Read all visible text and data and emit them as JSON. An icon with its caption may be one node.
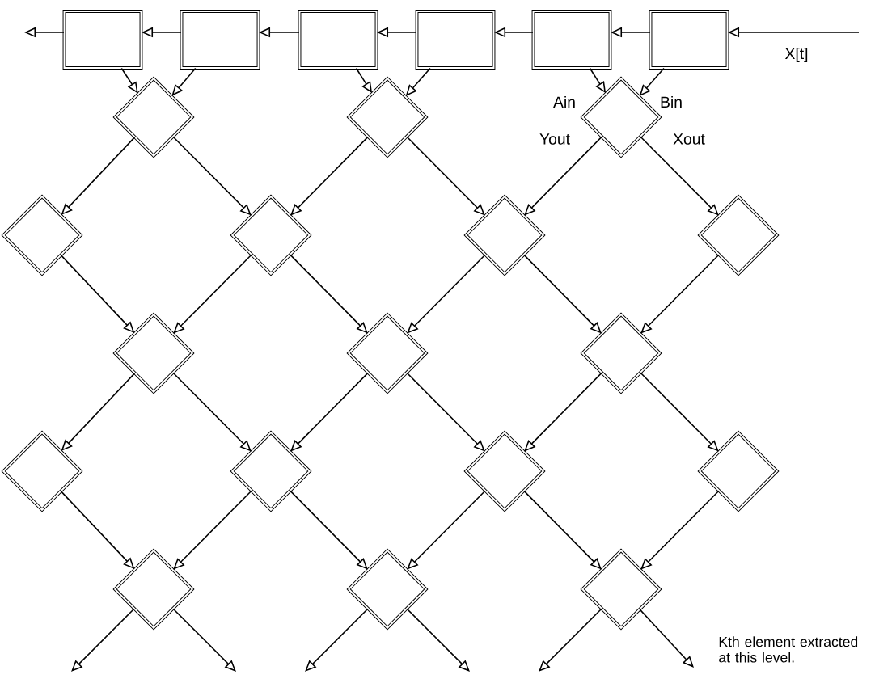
{
  "diagram": {
    "nodes": [
      {
        "text": [],
        "shape": "box"
      },
      {
        "text": [],
        "shape": "box"
      },
      {
        "text": [],
        "shape": "box"
      },
      {
        "text": [],
        "shape": "box"
      },
      {
        "text": [],
        "shape": "box"
      },
      {
        "text": [],
        "shape": "box"
      },
      {
        "text": [],
        "shape": "diamond"
      },
      {
        "text": [],
        "shape": "diamond"
      },
      {
        "text": [],
        "shape": "diamond"
      },
      {
        "text": [],
        "shape": "diamond"
      },
      {
        "text": [],
        "shape": "diamond"
      },
      {
        "text": [],
        "shape": "diamond"
      },
      {
        "text": [],
        "shape": "diamond"
      },
      {
        "text": [],
        "shape": "diamond"
      },
      {
        "text": [],
        "shape": "diamond"
      },
      {
        "text": [],
        "shape": "diamond"
      },
      {
        "text": [],
        "shape": "diamond"
      },
      {
        "text": [],
        "shape": "diamond"
      },
      {
        "text": [],
        "shape": "diamond"
      },
      {
        "text": [],
        "shape": "diamond"
      },
      {
        "text": [],
        "shape": "diamond"
      },
      {
        "text": [],
        "shape": "diamond"
      },
      {
        "text": [],
        "shape": "diamond"
      }
    ],
    "edges": [
      {
        "from": null,
        "to": 5,
        "arrow": "to",
        "label": "X[t]"
      },
      {
        "from": 5,
        "to": 4,
        "arrow": "to"
      },
      {
        "from": 4,
        "to": 3,
        "arrow": "to"
      },
      {
        "from": 3,
        "to": 2,
        "arrow": "to"
      },
      {
        "from": 2,
        "to": 1,
        "arrow": "to"
      },
      {
        "from": 1,
        "to": 0,
        "arrow": "to"
      },
      {
        "from": 0,
        "to": null,
        "arrow": "to"
      },
      {
        "from": 0,
        "to": 6,
        "arrow": "to"
      },
      {
        "from": 1,
        "to": 6,
        "arrow": "to"
      },
      {
        "from": 2,
        "to": 7,
        "arrow": "to"
      },
      {
        "from": 3,
        "to": 7,
        "arrow": "to"
      },
      {
        "from": 4,
        "to": 8,
        "arrow": "to",
        "label": "Ain"
      },
      {
        "from": 5,
        "to": 8,
        "arrow": "to",
        "label": "Bin"
      },
      {
        "from": 6,
        "to": 9,
        "arrow": "to"
      },
      {
        "from": 6,
        "to": 10,
        "arrow": "to"
      },
      {
        "from": 7,
        "to": 10,
        "arrow": "to"
      },
      {
        "from": 7,
        "to": 11,
        "arrow": "to"
      },
      {
        "from": 8,
        "to": 11,
        "arrow": "to",
        "label": "Yout"
      },
      {
        "from": 8,
        "to": 12,
        "arrow": "to",
        "label": "Xout"
      },
      {
        "from": 9,
        "to": 13,
        "arrow": "to"
      },
      {
        "from": 10,
        "to": 13,
        "arrow": "to"
      },
      {
        "from": 10,
        "to": 14,
        "arrow": "to"
      },
      {
        "from": 11,
        "to": 14,
        "arrow": "to"
      },
      {
        "from": 11,
        "to": 15,
        "arrow": "to"
      },
      {
        "from": 12,
        "to": 15,
        "arrow": "to"
      },
      {
        "from": 13,
        "to": 16,
        "arrow": "to"
      },
      {
        "from": 13,
        "to": 17,
        "arrow": "to"
      },
      {
        "from": 14,
        "to": 17,
        "arrow": "to"
      },
      {
        "from": 14,
        "to": 18,
        "arrow": "to"
      },
      {
        "from": 15,
        "to": 18,
        "arrow": "to"
      },
      {
        "from": 15,
        "to": 19,
        "arrow": "to"
      },
      {
        "from": 16,
        "to": 20,
        "arrow": "to"
      },
      {
        "from": 17,
        "to": 20,
        "arrow": "to"
      },
      {
        "from": 17,
        "to": 21,
        "arrow": "to"
      },
      {
        "from": 18,
        "to": 21,
        "arrow": "to"
      },
      {
        "from": 18,
        "to": 22,
        "arrow": "to"
      },
      {
        "from": 19,
        "to": 22,
        "arrow": "to"
      },
      {
        "from": 20,
        "to": null,
        "arrow": "to"
      },
      {
        "from": 20,
        "to": null,
        "arrow": "to"
      },
      {
        "from": 21,
        "to": null,
        "arrow": "to"
      },
      {
        "from": 21,
        "to": null,
        "arrow": "to"
      },
      {
        "from": 22,
        "to": null,
        "arrow": "to"
      },
      {
        "from": 22,
        "to": null,
        "arrow": "to"
      }
    ],
    "labels": [
      "Kth element extracted at this level."
    ]
  }
}
